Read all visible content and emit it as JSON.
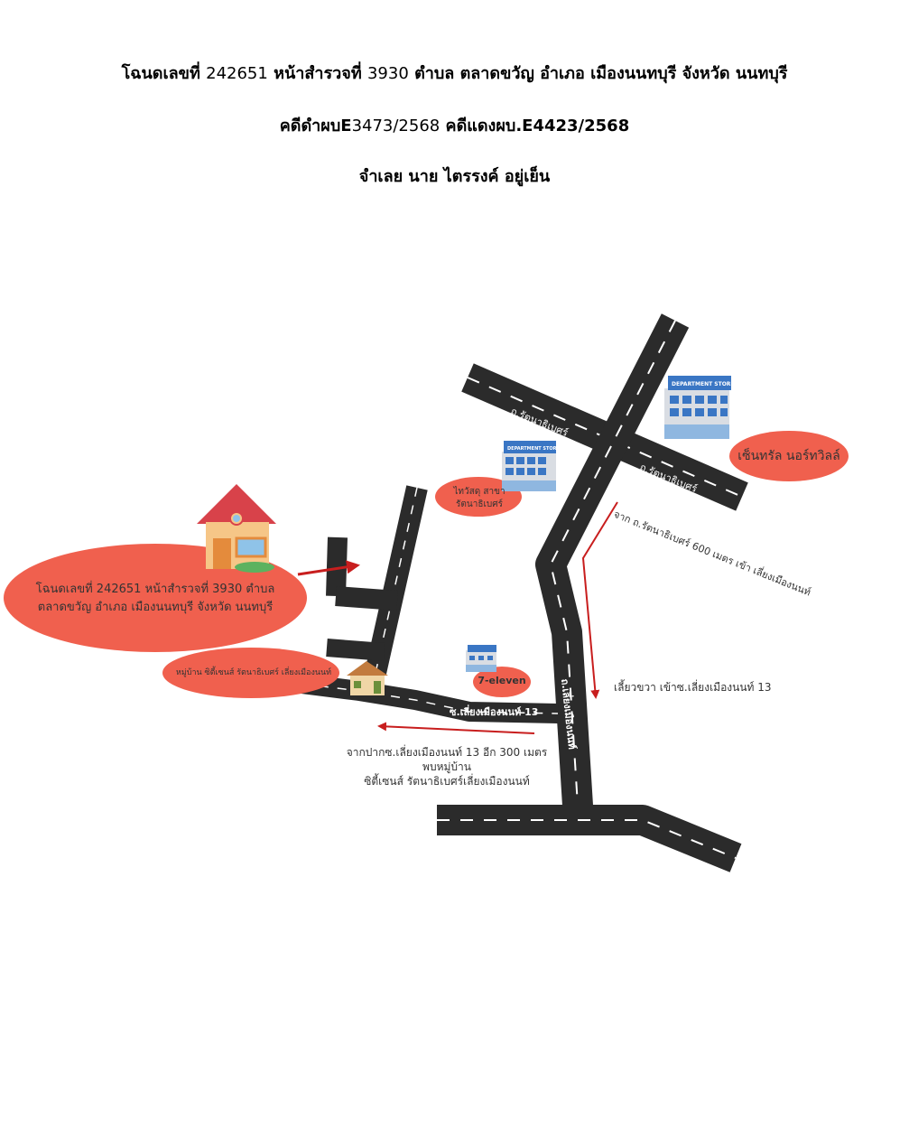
{
  "header": {
    "line1_pre": "โฉนดเลขที่",
    "line1_deed_no": "242651",
    "line1_mid": "หน้าสำรวจที่",
    "line1_survey_no": "3930",
    "line1_post": "ตำบล ตลาดขวัญ  อำเภอ เมืองนนทบุรี จังหวัด นนทบุรี",
    "line2_a": "คดีดำผบE",
    "line2_a_no": "3473/2568",
    "line2_b": "คดีแดงผบ.E4423/2568",
    "line3": "จำเลย นาย ไตรรงค์ อยู่เย็น"
  },
  "map": {
    "deed_bubble": {
      "line1": "โฉนดเลขที่ 242651 หน้าสำรวจที่ 3930 ตำบล",
      "line2": "ตลาดขวัญ  อำเภอ เมืองนนทบุรี จังหวัด นนทบุรี"
    },
    "village_bubble": "หมู่บ้าน ซิตี้เซนส์ รัตนาธิเบศร์ เลี่ยงเมืองนนท์",
    "thaiwatsadu_bubble": {
      "line1": "ไทวัสดุ สาขา",
      "line2": "รัตนาธิเบศร์"
    },
    "central_bubble": "เซ็นทรัล นอร์ทวิลล์",
    "seven_eleven_bubble": "7-eleven",
    "road_rattanathibet_1": "ถ.รัตนาธิเบศร์",
    "road_rattanathibet_2": "ถ.รัตนาธิเบศร์",
    "road_bypass": "ถ.เลี่ยงเมืองนนท์",
    "road_soi13": "ซ.เลี่ยงเมืองนนท์ 13",
    "dir_from_rattanathibet": "จาก ถ.รัตนาธิเบศร์ 600 เมตร เข้า เลี่ยงเมืองนนท์",
    "dir_turn_right": "เลี้ยวขวา เข้าซ.เลี่ยงเมืองนนท์ 13",
    "dir_from_soi_line1": "จากปากซ.เลี่ยงเมืองนนท์ 13 อีก 300 เมตร",
    "dir_from_soi_line2": "พบหมู่บ้าน",
    "dir_from_soi_line3": "ซิตี้เซนส์ รัตนาธิเบศร์เลี่ยงเมืองนนท์",
    "store_sign": "DEPARTMENT STORE",
    "colors": {
      "road": "#2b2b2b",
      "lane": "#ffffff",
      "bubble": "#f0604e",
      "arrow": "#c81e1e",
      "building": "#3a76c4"
    },
    "icons": [
      "house-icon",
      "department-store-icon",
      "small-store-icon",
      "small-house-icon"
    ]
  }
}
